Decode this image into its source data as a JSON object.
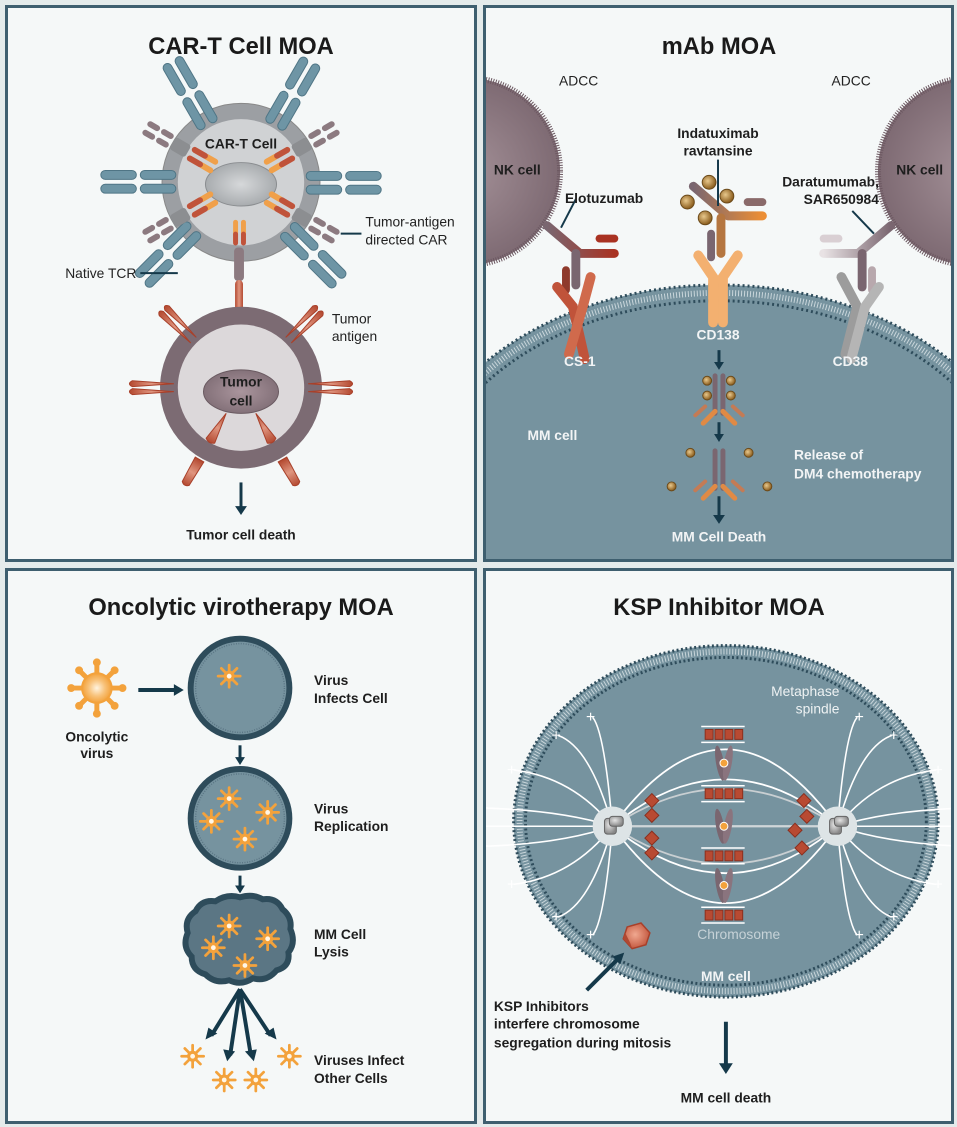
{
  "panels": {
    "cart": {
      "title": "CAR-T Cell MOA",
      "cell_label": "CAR-T Cell",
      "car_label_1": "Tumor-antigen",
      "car_label_2": "directed CAR",
      "tcr_label": "Native TCR",
      "antigen_label_1": "Tumor",
      "antigen_label_2": "antigen",
      "tumor_label_1": "Tumor",
      "tumor_label_2": "cell",
      "outcome": "Tumor cell death"
    },
    "mab": {
      "title": "mAb MOA",
      "adcc_left": "ADCC",
      "adcc_right": "ADCC",
      "nk_left": "NK cell",
      "nk_right": "NK cell",
      "elotuzumab": "Elotuzumab",
      "indatuximab_1": "Indatuximab",
      "indatuximab_2": "ravtansine",
      "daratumumab_1": "Daratumumab,",
      "daratumumab_2": "SAR650984",
      "cs1": "CS-1",
      "cd138": "CD138",
      "cd38": "CD38",
      "mm_cell": "MM cell",
      "release_1": "Release of",
      "release_2": "DM4 chemotherapy",
      "outcome": "MM Cell Death"
    },
    "oncolytic": {
      "title": "Oncolytic virotherapy MOA",
      "virus_label_1": "Oncolytic",
      "virus_label_2": "virus",
      "steps": [
        {
          "line1": "Virus",
          "line2": "Infects Cell"
        },
        {
          "line1": "Virus",
          "line2": "Replication"
        },
        {
          "line1": "MM Cell",
          "line2": "Lysis"
        },
        {
          "line1": "Viruses Infect",
          "line2": "Other Cells"
        }
      ]
    },
    "ksp": {
      "title": "KSP Inhibitor MOA",
      "spindle_1": "Metaphase",
      "spindle_2": "spindle",
      "chromosome": "Chromosome",
      "mm_cell": "MM cell",
      "inhibitor_1": "KSP Inhibitors",
      "inhibitor_2": "interfere chromosome",
      "inhibitor_3": "segregation during mitosis",
      "outcome": "MM cell death"
    }
  },
  "colors": {
    "border": "#3e5f6f",
    "panel_bg": "#f5f8f8",
    "cell_teal": "#76939f",
    "membrane": "#2e4c5b",
    "arrow": "#15394a",
    "tumor_antigen": "#c0533a",
    "car_orange": "#f0a04a",
    "tcr_blue": "#6e95a5",
    "nk_purple": "#7a6670",
    "virus_orange": "#f3a23c",
    "drug_bead": "#a8762e"
  }
}
